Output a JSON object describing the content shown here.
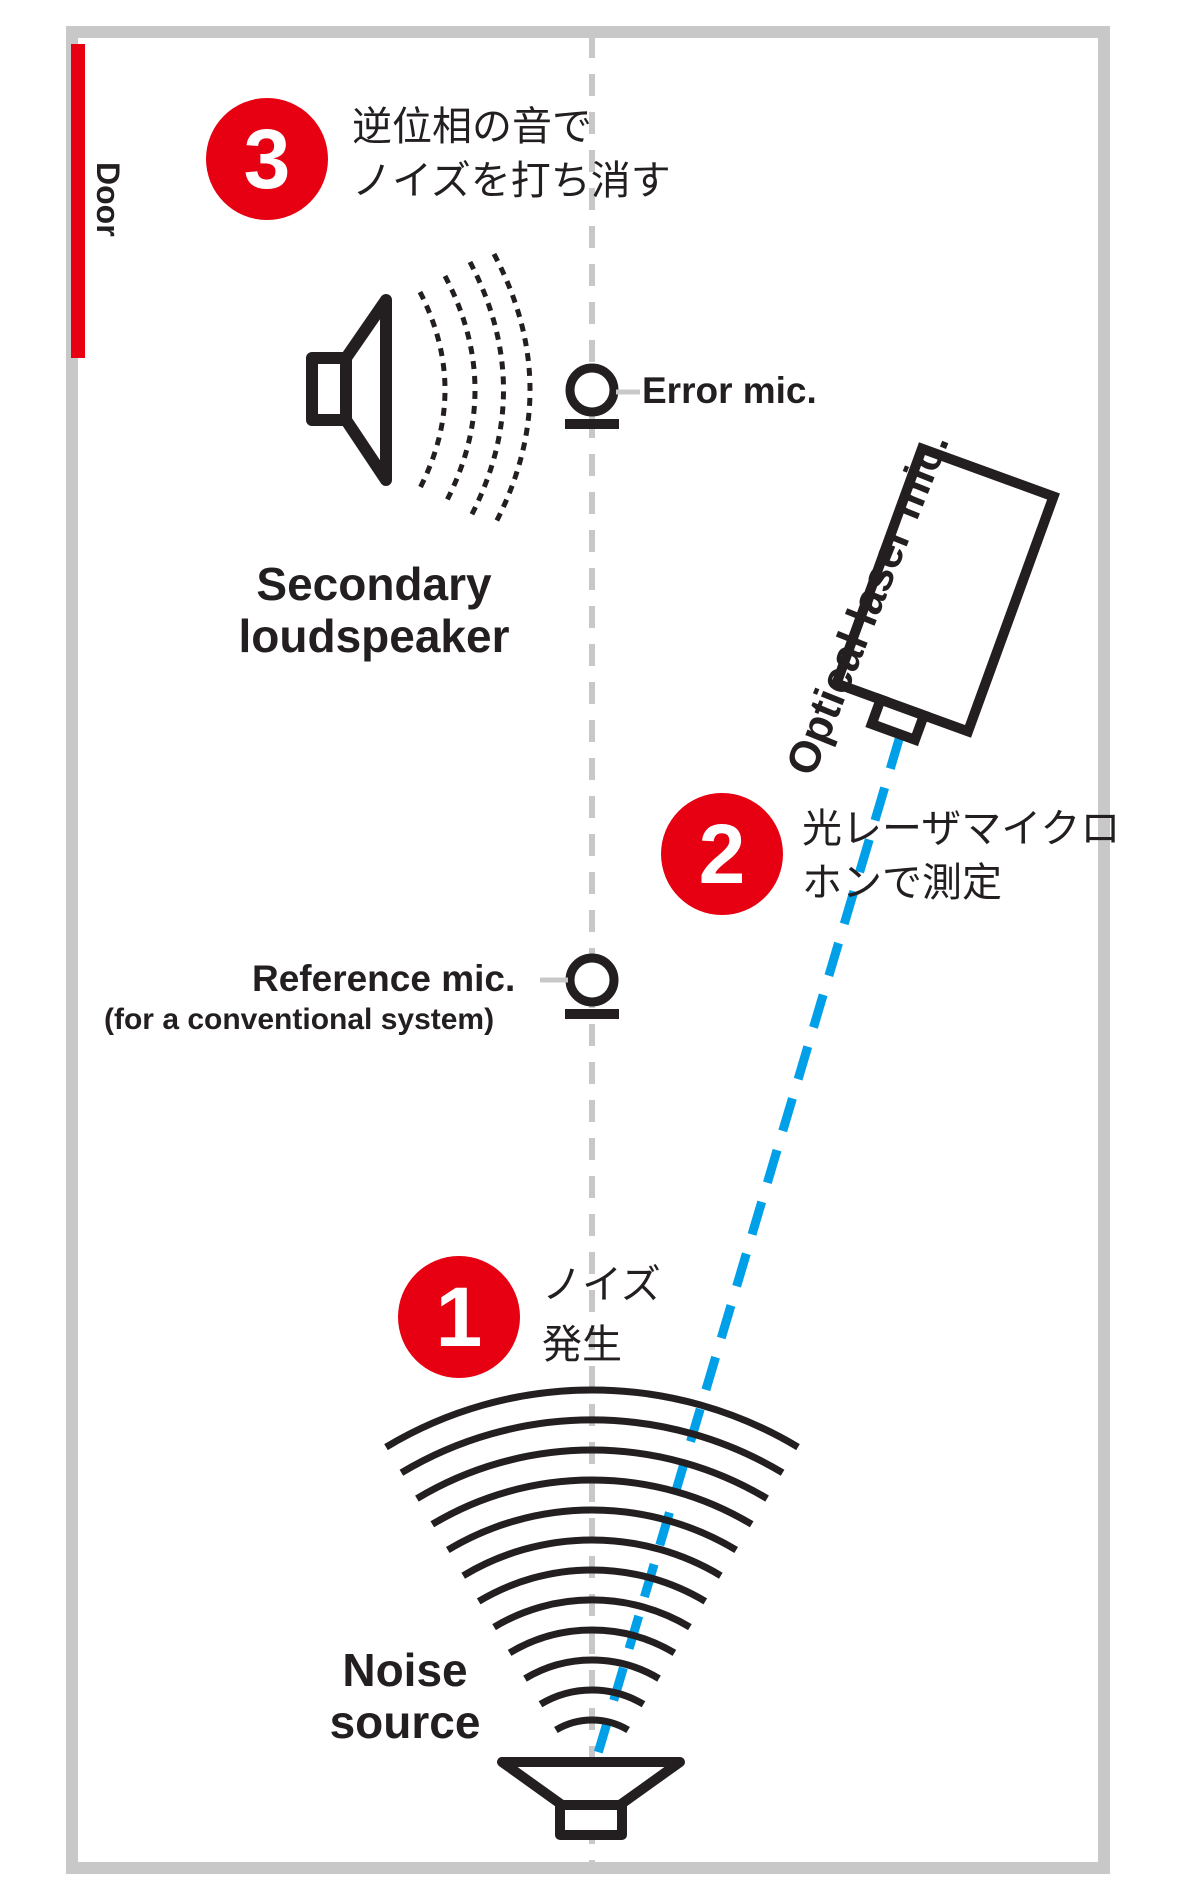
{
  "door": {
    "label": "Door"
  },
  "steps": [
    {
      "number": "3",
      "line1": "逆位相の音で",
      "line2": "ノイズを打ち消す"
    },
    {
      "number": "2",
      "line1": "光レーザマイクロ",
      "line2": "ホンで測定"
    },
    {
      "number": "1",
      "line1": "ノイズ",
      "line2": "発生"
    }
  ],
  "labels": {
    "error_mic": "Error mic.",
    "secondary_line1": "Secondary",
    "secondary_line2": "loudspeaker",
    "laser_mic": "Optical laser mic.",
    "reference_line1": "Reference mic.",
    "reference_line2": "(for a conventional system)",
    "noise_line1": "Noise",
    "noise_line2": "source"
  },
  "colors": {
    "frame": "#c8c8c8",
    "door": "#e60012",
    "step_badge": "#e60012",
    "laser_beam": "#00a0e9",
    "ink": "#231f20"
  }
}
